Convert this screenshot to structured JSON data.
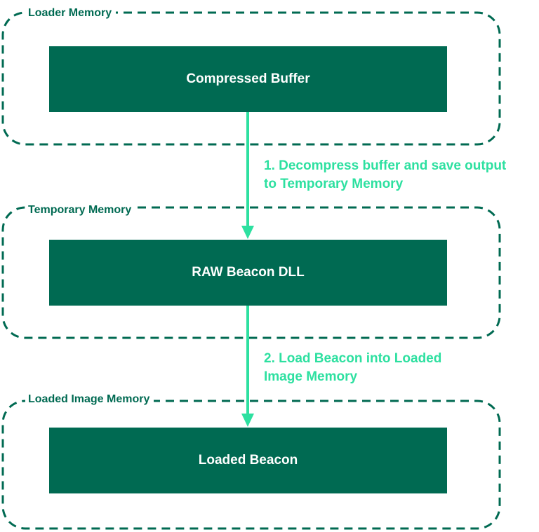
{
  "colors": {
    "region_border": "#006a52",
    "box_fill": "#006a52",
    "box_text": "#ffffff",
    "label_text": "#006a52",
    "arrow": "#2de0a0",
    "step_text": "#2de0a0"
  },
  "regions": [
    {
      "label": "Loader Memory",
      "box": "Compressed Buffer"
    },
    {
      "label": "Temporary Memory",
      "box": "RAW Beacon DLL"
    },
    {
      "label": "Loaded Image Memory",
      "box": "Loaded Beacon"
    }
  ],
  "steps": [
    {
      "line1": "1. Decompress buffer and save output",
      "line2": "to Temporary Memory"
    },
    {
      "line1": "2. Load Beacon into Loaded",
      "line2": "Image Memory"
    }
  ]
}
